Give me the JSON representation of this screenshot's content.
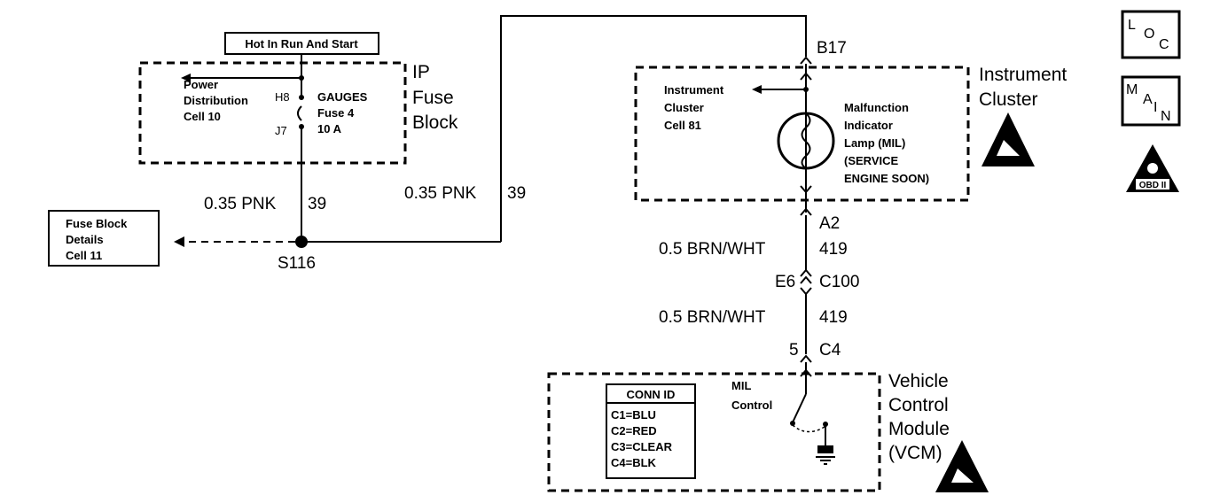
{
  "hot_label": "Hot In Run And Start",
  "ip_fuse_block": {
    "title_lines": [
      "IP",
      "Fuse",
      "Block"
    ],
    "pdc_lines": [
      "Power",
      "Distribution",
      "Cell 10"
    ],
    "pin_top": "H8",
    "pin_bottom": "J7",
    "fuse_lines": [
      "GAUGES",
      "Fuse 4",
      "10 A"
    ]
  },
  "fuse_block_details": [
    "Fuse Block",
    "Details",
    "Cell 11"
  ],
  "wires": {
    "left_wire": "0.35 PNK",
    "left_circuit": "39",
    "right_wire": "0.35 PNK",
    "right_circuit": "39",
    "splice": "S116",
    "mil_wire_1": "0.5 BRN/WHT",
    "mil_circuit_1": "419",
    "mil_wire_2": "0.5 BRN/WHT",
    "mil_circuit_2": "419"
  },
  "connectors": {
    "b17": "B17",
    "a2": "A2",
    "e6": "E6",
    "c100": "C100",
    "pin5": "5",
    "c4": "C4"
  },
  "instrument_cluster": {
    "title_lines": [
      "Instrument",
      "Cluster"
    ],
    "ref_lines": [
      "Instrument",
      "Cluster",
      "Cell 81"
    ],
    "lamp_lines": [
      "Malfunction",
      "Indicator",
      "Lamp (MIL)",
      "(SERVICE",
      "ENGINE SOON)"
    ]
  },
  "vcm": {
    "title_lines": [
      "Vehicle",
      "Control",
      "Module",
      "(VCM)"
    ],
    "conn_id_title": "CONN ID",
    "conn_ids": [
      "C1=BLU",
      "C2=RED",
      "C3=CLEAR",
      "C4=BLK"
    ],
    "mil_control_lines": [
      "MIL",
      "Control"
    ]
  },
  "icons": {
    "loc_letters": [
      "L",
      "O",
      "C"
    ],
    "main_letters": [
      "M",
      "A",
      "I",
      "N"
    ],
    "obd_label": "OBD II"
  }
}
